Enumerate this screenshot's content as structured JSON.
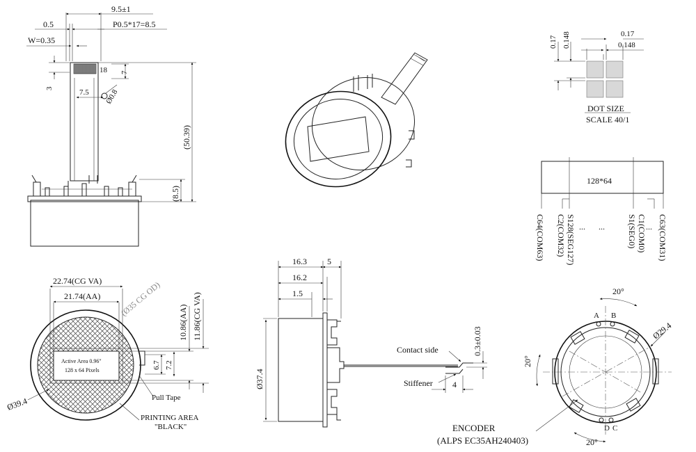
{
  "top_view": {
    "dim_width": "9.5±1",
    "dim_gap": "0.5",
    "dim_pitch": "P0.5*17=8.5",
    "dim_w": "W=0.35",
    "pin_count": "18",
    "dim_7": "7",
    "dim_3": "3",
    "dim_7_5": "7.5",
    "dim_hole": "Ø0.8",
    "dim_height": "(50.39)",
    "dim_base": "(8.5)"
  },
  "dot_size": {
    "dim_v1": "0.17",
    "dim_v2": "0.148",
    "dim_h1": "0.17",
    "dim_h2": "0.148",
    "title": "DOT SIZE",
    "scale": "SCALE 40/1"
  },
  "pixel_map": {
    "resolution": "128*64",
    "labels": [
      "C64(COM63)",
      "S128(SEG127)",
      "C2(COM32)",
      "...",
      "S1(SEG0)",
      "C1(COM0)",
      "C63(COM31)"
    ],
    "ellipsis": "..."
  },
  "front_view": {
    "cg_va": "22.74(CG VA)",
    "aa": "21.74(AA)",
    "cg_od": "(Ø35 CG OD)",
    "aa_h": "10.86(AA)",
    "cg_va_h": "11.86(CG VA)",
    "active_area": "Active Area 0.96\"",
    "pixels": "128 x 64 Pixels",
    "dim_6_7": "6.7",
    "dim_7_2": "7.2",
    "pull_tape": "Pull Tape",
    "printing_1": "PRINTING AREA",
    "printing_2": "\"BLACK\"",
    "dia_outer": "Ø39.4"
  },
  "side_view": {
    "dim_16_3": "16.3",
    "dim_5": "5",
    "dim_16_2": "16.2",
    "dim_1_5": "1.5",
    "dia": "Ø37.4",
    "contact_side": "Contact side",
    "thickness": "0.3±0.03",
    "stiffener": "Stiffener",
    "dim_4": "4"
  },
  "rear_view": {
    "angle_top": "20°",
    "angle_left": "20°",
    "angle_bottom": "20°",
    "pin_a": "A",
    "pin_b": "B",
    "pin_d": "D",
    "pin_c": "C",
    "dia": "Ø29.4",
    "encoder": "ENCODER",
    "encoder_model": "(ALPS EC35AH240403)"
  }
}
